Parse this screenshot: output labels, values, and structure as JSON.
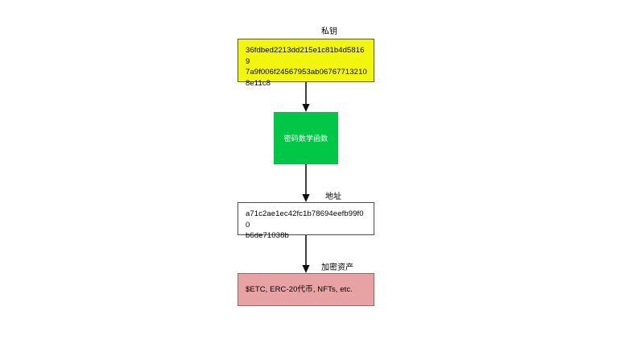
{
  "diagram": {
    "type": "flowchart",
    "orientation": "top-to-bottom",
    "background_color": "#ffffff",
    "nodes": [
      {
        "id": "private-key",
        "label": "私钥",
        "text": "36fdbed2213dd215e1c81b4d58169\n7a9f006f24567953ab06767713210\n8e11c8",
        "fill_color": "#f2f60d",
        "border_color": "#5a5c08",
        "text_color": "#000000"
      },
      {
        "id": "crypto-fn",
        "label": "",
        "text": "密码数学函数",
        "fill_color": "#00c746",
        "border_color": "#00c746",
        "text_color": "#ffffff"
      },
      {
        "id": "address",
        "label": "地址",
        "text": "a71c2ae1ec42fc1b78694eefb99f00\nb6de71038b",
        "fill_color": "#ffffff",
        "border_color": "#4d4d4d",
        "text_color": "#000000"
      },
      {
        "id": "crypto-assets",
        "label": "加密资产",
        "text": "$ETC, ERC-20代币, NFTs, etc.",
        "fill_color": "#e7a3a3",
        "border_color": "#8a6a6a",
        "text_color": "#000000"
      }
    ],
    "edges": [
      {
        "id": "edge-1",
        "from": "private-key",
        "to": "crypto-fn",
        "arrow": "down-arrow-icon"
      },
      {
        "id": "edge-2",
        "from": "crypto-fn",
        "to": "address",
        "arrow": "down-arrow-icon"
      },
      {
        "id": "edge-3",
        "from": "address",
        "to": "crypto-assets",
        "arrow": "down-arrow-icon"
      }
    ],
    "edge_color": "#111111"
  }
}
